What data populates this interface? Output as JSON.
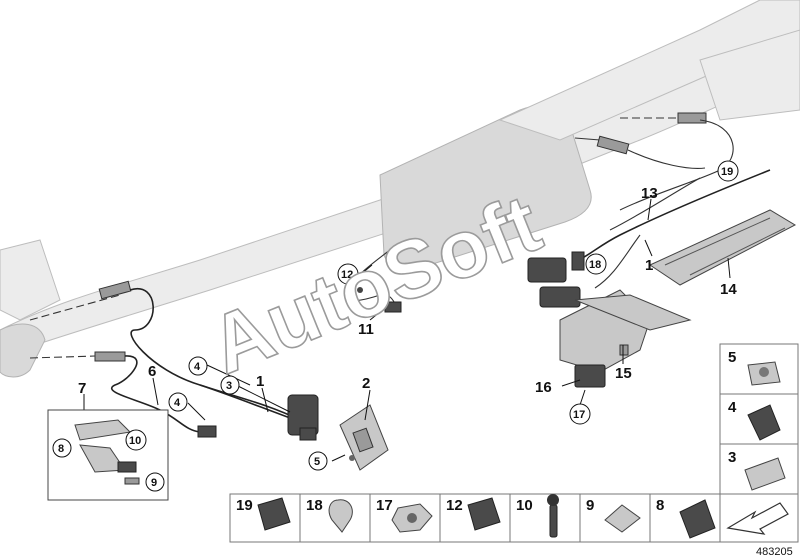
{
  "diagram": {
    "watermark": "AutoSoft",
    "diagram_number": "483205",
    "callouts": {
      "c1a": "1",
      "c1b": "1",
      "c2": "2",
      "c3": "3",
      "c4a": "4",
      "c4b": "4",
      "c5": "5",
      "c6": "6",
      "c7": "7",
      "c8": "8",
      "c9": "9",
      "c10": "10",
      "c11": "11",
      "c12": "12",
      "c13": "13",
      "c14": "14",
      "c15": "15",
      "c16": "16",
      "c17": "17",
      "c18": "18",
      "c19": "19"
    },
    "legend_side": [
      "5",
      "4",
      "3"
    ],
    "legend_bottom": [
      "19",
      "18",
      "17",
      "12",
      "10",
      "9",
      "8"
    ]
  }
}
